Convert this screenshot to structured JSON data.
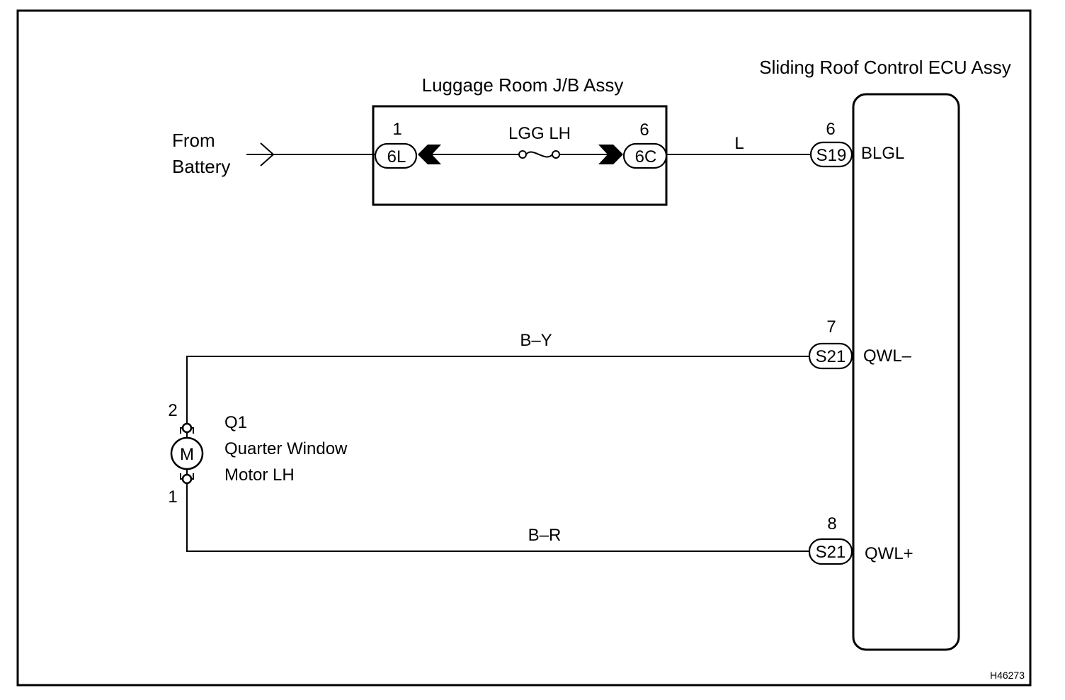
{
  "diagram_id": "H46273",
  "source": {
    "line1": "From",
    "line2": "Battery"
  },
  "junction_block": {
    "title": "Luggage Room J/B Assy",
    "fuse_label": "LGG LH",
    "left_pin_number": "1",
    "left_connector": "6L",
    "right_pin_number": "6",
    "right_connector": "6C"
  },
  "ecu": {
    "title": "Sliding Roof Control ECU Assy",
    "terminals": [
      {
        "pin": "6",
        "connector": "S19",
        "name": "BLGL"
      },
      {
        "pin": "7",
        "connector": "S21",
        "name": "QWL–"
      },
      {
        "pin": "8",
        "connector": "S21",
        "name": "QWL+"
      }
    ]
  },
  "wires": {
    "top": "L",
    "middle": "B–Y",
    "bottom": "B–R"
  },
  "motor": {
    "symbol": "M",
    "id": "Q1",
    "name_line1": "Quarter Window",
    "name_line2": "Motor LH",
    "pin_top": "2",
    "pin_bottom": "1"
  }
}
